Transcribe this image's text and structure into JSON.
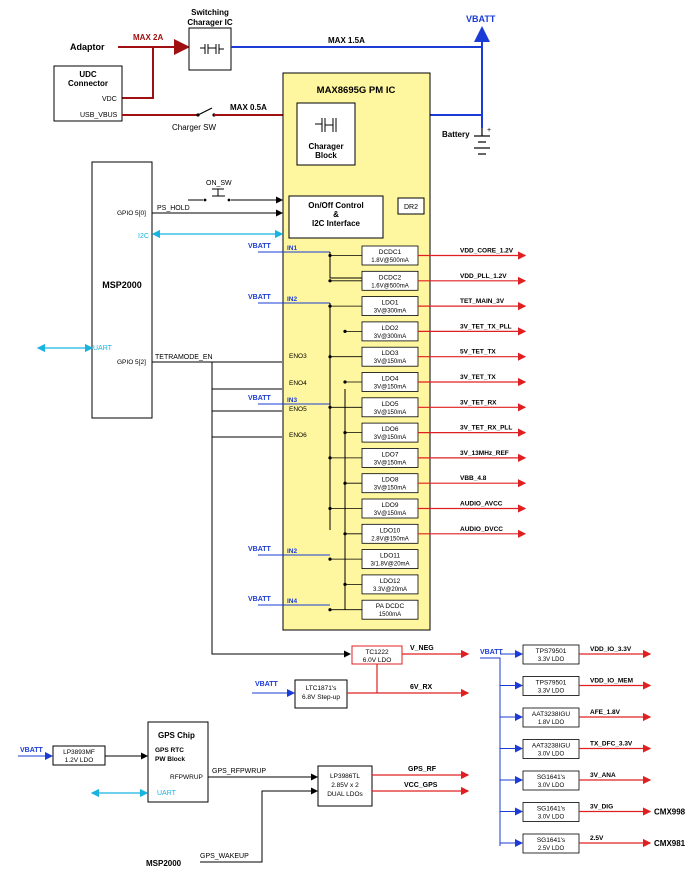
{
  "colors": {
    "power_blue": "#1a3bd6",
    "charger_red": "#a01010",
    "output_red": "#e02020",
    "bus_cyan": "#18b4e0",
    "pm_fill": "#fff7a0"
  },
  "top": {
    "adaptor": "Adaptor",
    "max_2a": "MAX 2A",
    "switching_charger": "Switching\nCharager IC",
    "max_1_5a": "MAX 1.5A",
    "vbatt": "VBATT",
    "udc_title": "UDC\nConnector",
    "vdc": "VDC",
    "usb_vbus": "USB_VBUS",
    "max_0_5a": "MAX 0.5A",
    "charger_sw": "Charger SW",
    "battery": "Battery"
  },
  "pm": {
    "title": "MAX8695G PM IC",
    "charger_block": "Charager\nBlock",
    "onoff": "On/Off Control\n&\nI2C Interface",
    "dr2": "DR2"
  },
  "msp": {
    "title": "MSP2000",
    "gpio5": "GPIO 5[0]",
    "i2c": "I2C",
    "uart": "UART",
    "gpio5_2": "GPIO 5[2]",
    "ps_hold": "PS_HOLD",
    "on_sw": "ON_SW",
    "tetramode": "TETRAMODE_EN"
  },
  "pm_inputs": {
    "vbatt": "VBATT",
    "in1": "IN1",
    "in2": "IN2",
    "in3": "IN3",
    "in2b": "IN2",
    "in4": "IN4",
    "eno3": "ENO3",
    "eno4": "ENO4",
    "eno5": "ENO5",
    "eno6": "ENO6"
  },
  "regulators": [
    {
      "name": "DCDC1",
      "spec": "1.8V@500mA",
      "out": "VDD_CORE_1.2V"
    },
    {
      "name": "DCDC2",
      "spec": "1.6V@500mA",
      "out": "VDD_PLL_1.2V"
    },
    {
      "name": "LDO1",
      "spec": "3V@300mA",
      "out": "TET_MAIN_3V"
    },
    {
      "name": "LDO2",
      "spec": "3V@300mA",
      "out": "3V_TET_TX_PLL"
    },
    {
      "name": "LDO3",
      "spec": "3V@150mA",
      "out": "5V_TET_TX"
    },
    {
      "name": "LDO4",
      "spec": "3V@150mA",
      "out": "3V_TET_TX"
    },
    {
      "name": "LDO5",
      "spec": "3V@150mA",
      "out": "3V_TET_RX"
    },
    {
      "name": "LDO6",
      "spec": "3V@150mA",
      "out": "3V_TET_RX_PLL"
    },
    {
      "name": "LDO7",
      "spec": "3V@150mA",
      "out": "3V_13MHz_REF"
    },
    {
      "name": "LDO8",
      "spec": "3V@150mA",
      "out": "VBB_4.8"
    },
    {
      "name": "LDO9",
      "spec": "3V@150mA",
      "out": "AUDIO_AVCC"
    },
    {
      "name": "LDO10",
      "spec": "2.8V@150mA",
      "out": "AUDIO_DVCC"
    },
    {
      "name": "LDO11",
      "spec": "3/1.8V@20mA",
      "out": ""
    },
    {
      "name": "LDO12",
      "spec": "3.3V@20mA",
      "out": ""
    },
    {
      "name": "PA DCDC",
      "spec": "1500mA",
      "out": ""
    }
  ],
  "neg": {
    "tc1222_name": "TC1222",
    "tc1222_spec": "6.0V LDO",
    "v_neg": "V_NEG",
    "vbatt": "VBATT",
    "ltc_name": "LTC1871's",
    "ltc_spec": "6.8V Step-up",
    "v6_rx": "6V_RX"
  },
  "gps": {
    "vbatt": "VBATT",
    "lp_name": "LP3893MF",
    "lp_spec": "1.2V LDO",
    "chip_title": "GPS Chip",
    "rtc": "GPS RTC",
    "pw": "PW Block",
    "rfpwrup": "RFPWRUP",
    "uart": "UART",
    "gps_rfpwrup": "GPS_RFPWRUP",
    "lp3986_name": "LP3986TL",
    "lp3986_spec": "2.85V x 2",
    "lp3986_dual": "DUAL LDOs",
    "gps_rf": "GPS_RF",
    "vcc_gps": "VCC_GPS",
    "msp2000": "MSP2000",
    "gps_wakeup": "GPS_WAKEUP"
  },
  "right": {
    "vbatt": "VBATT",
    "ldos": [
      {
        "name": "TPS79501",
        "spec": "3.3V LDO",
        "out": "VDD_IO_3.3V",
        "ext": ""
      },
      {
        "name": "TPS79501",
        "spec": "3.3V LDO",
        "out": "VDD_IO_MEM",
        "ext": ""
      },
      {
        "name": "AAT3238IGU",
        "spec": "1.8V LDO",
        "out": "AFE_1.8V",
        "ext": ""
      },
      {
        "name": "AAT3238IGU",
        "spec": "3.0V LDO",
        "out": "TX_DFC_3.3V",
        "ext": ""
      },
      {
        "name": "SG1641's",
        "spec": "3.0V LDO",
        "out": "3V_ANA",
        "ext": ""
      },
      {
        "name": "SG1641's",
        "spec": "3.0V LDO",
        "out": "3V_DIG",
        "ext": "CMX998"
      },
      {
        "name": "SG1641's",
        "spec": "2.5V LDO",
        "out": "2.5V",
        "ext": "CMX981"
      }
    ]
  }
}
